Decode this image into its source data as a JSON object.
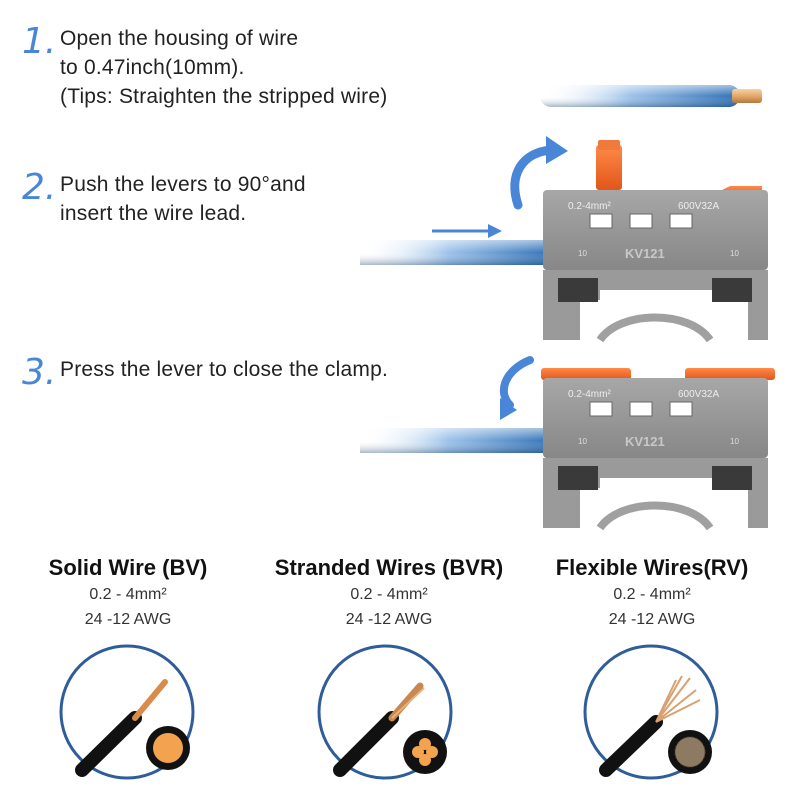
{
  "steps": [
    {
      "number": "1.",
      "lines": [
        "Open the housing of wire",
        "to 0.47inch(10mm).",
        "(Tips: Straighten the stripped wire)"
      ]
    },
    {
      "number": "2.",
      "lines": [
        "Push the levers to 90°and",
        "insert the wire lead."
      ]
    },
    {
      "number": "3.",
      "lines": [
        "Press the lever to close the clamp."
      ]
    }
  ],
  "connector": {
    "rating_left": "0.2-4mm²",
    "rating_right": "600V32A",
    "model": "KV121",
    "strip_mark": "10"
  },
  "wire_types": [
    {
      "title": "Solid Wire (BV)",
      "size": "0.2 - 4mm²",
      "awg": "24 -12 AWG",
      "icon": "solid-wire-icon"
    },
    {
      "title": "Stranded Wires (BVR)",
      "size": "0.2 - 4mm²",
      "awg": "24 -12 AWG",
      "icon": "stranded-wire-icon"
    },
    {
      "title": "Flexible Wires(RV)",
      "size": "0.2 - 4mm²",
      "awg": "24 -12 AWG",
      "icon": "flexible-wire-icon"
    }
  ],
  "colors": {
    "accent": "#4a86d8",
    "lever": "#ee6a2a",
    "housing": "#8f8f8f",
    "wire": "#3f7fc4",
    "copper": "#e0a060"
  }
}
